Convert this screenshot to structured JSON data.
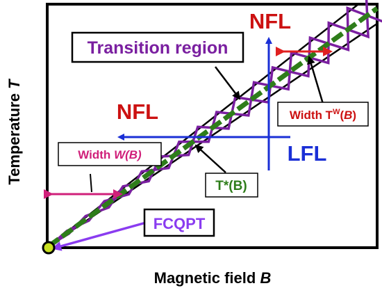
{
  "axes": {
    "y_label": "Temperature",
    "y_symbol": "T",
    "x_label": "Magnetic field",
    "x_symbol": "B"
  },
  "labels": {
    "nfl_top": "NFL",
    "nfl_left": "NFL",
    "lfl": "LFL",
    "transition_region": "Transition region",
    "width_w_prefix": "Width",
    "width_w_func": "W(B)",
    "width_t_prefix": "Width T",
    "width_t_sup": "W",
    "width_t_open": "(",
    "width_t_var": "B",
    "width_t_close": ")",
    "t_star": "T*(B)",
    "fcqpt": "FCQPT"
  },
  "colors": {
    "frame": "#000000",
    "nfl": "#cc1111",
    "lfl": "#1a2fd6",
    "transition": "#7a1fa0",
    "diagonal": "#2e7d1a",
    "width_w": "#d0207a",
    "fcqpt": "#8a3cf0",
    "point_fill": "#c8e020"
  }
}
